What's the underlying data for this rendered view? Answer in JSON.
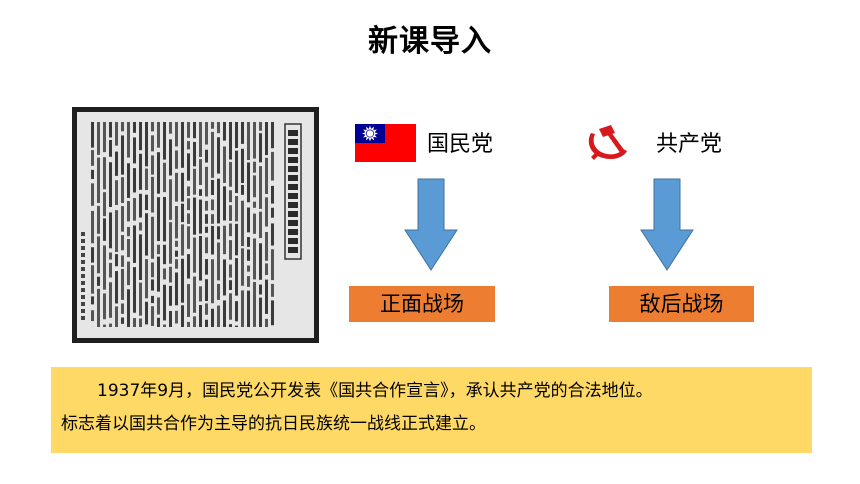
{
  "slide": {
    "title": "新课导入"
  },
  "kmt": {
    "label": "国民党",
    "battlefield": "正面战场",
    "flag_colors": {
      "field": "#fe0000",
      "canton": "#000095",
      "sun": "#ffffff"
    }
  },
  "cpc": {
    "label": "共产党",
    "battlefield": "敌后战场",
    "flag_colors": {
      "emblem": "#d7191c"
    }
  },
  "info": {
    "line1": "1937年9月，国民党公开发表《国共合作宣言》，承认共产党的合法地位。",
    "line2": "标志着以国共合作为主导的抗日民族统一战线正式建立。"
  },
  "colors": {
    "arrow": "#5b9bd5",
    "box_orange": "#ed7d31",
    "info_yellow": "#ffd966"
  }
}
